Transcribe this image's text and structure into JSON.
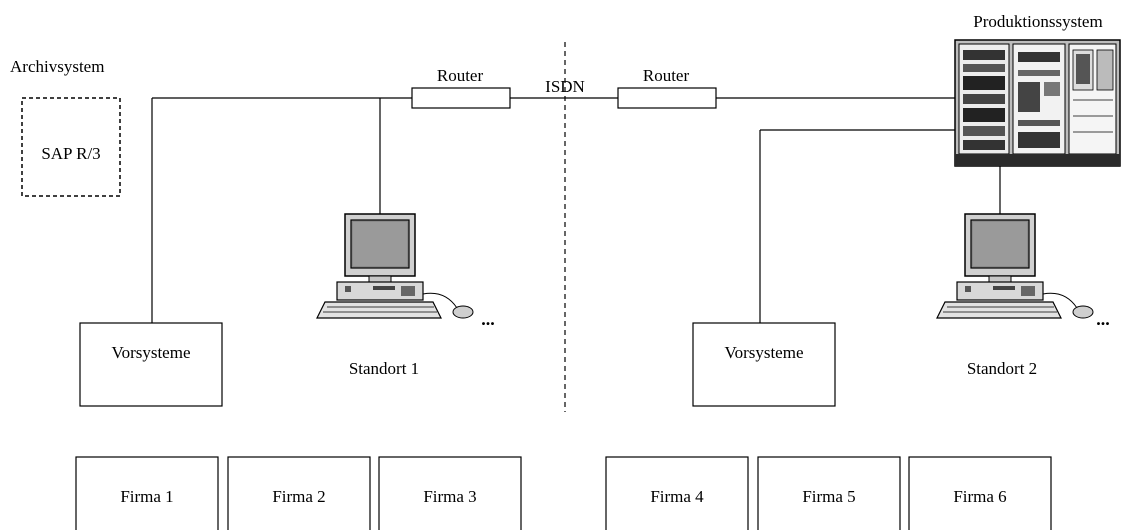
{
  "archive": {
    "title": "Archivsystem",
    "box_label": "SAP R/3"
  },
  "production": {
    "title": "Produktionssystem"
  },
  "network": {
    "router_left": "Router",
    "router_right": "Router",
    "link_label": "ISDN"
  },
  "site1": {
    "presystems": "Vorsysteme",
    "label": "Standort 1",
    "more": "..."
  },
  "site2": {
    "presystems": "Vorsysteme",
    "label": "Standort 2",
    "more": "..."
  },
  "companies": [
    "Firma 1",
    "Firma 2",
    "Firma 3",
    "Firma 4",
    "Firma 5",
    "Firma 6"
  ]
}
